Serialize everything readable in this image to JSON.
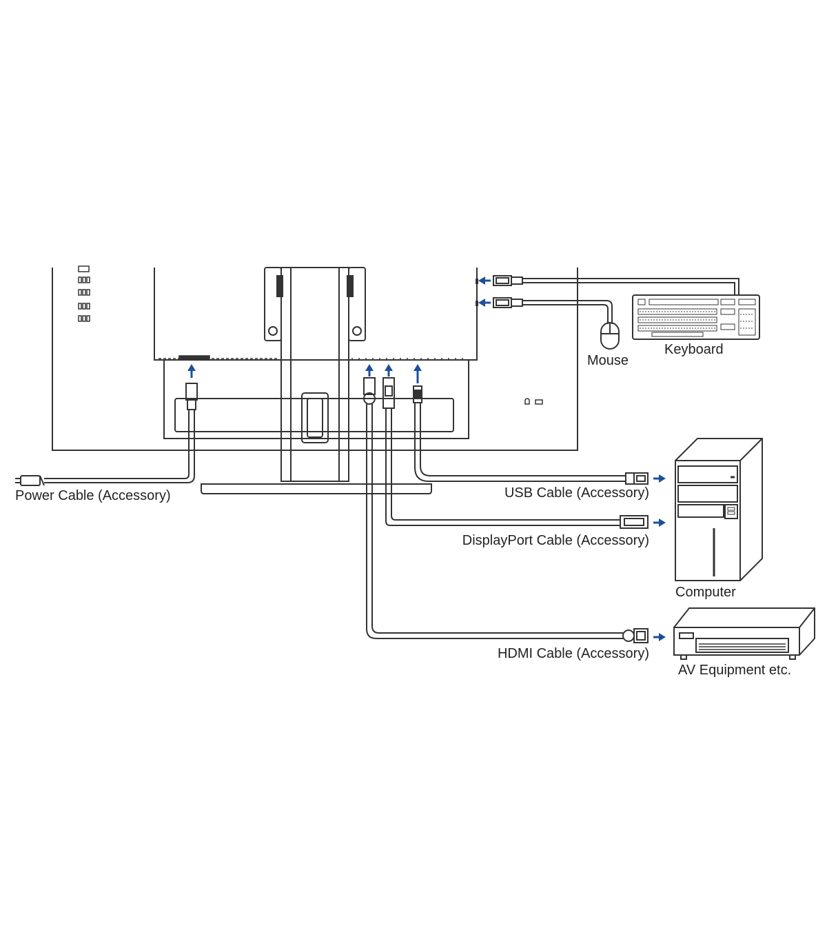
{
  "colors": {
    "line": "#333333",
    "light_line": "#888888",
    "arrow": "#1d4f9a",
    "fill_light": "#f4f4f4"
  },
  "labels": {
    "power_cable": "Power Cable (Accessory)",
    "usb_cable": "USB Cable (Accessory)",
    "displayport_cable": "DisplayPort Cable (Accessory)",
    "hdmi_cable": "HDMI Cable (Accessory)",
    "keyboard": "Keyboard",
    "mouse": "Mouse",
    "computer": "Computer",
    "av_equipment": "AV Equipment etc."
  }
}
